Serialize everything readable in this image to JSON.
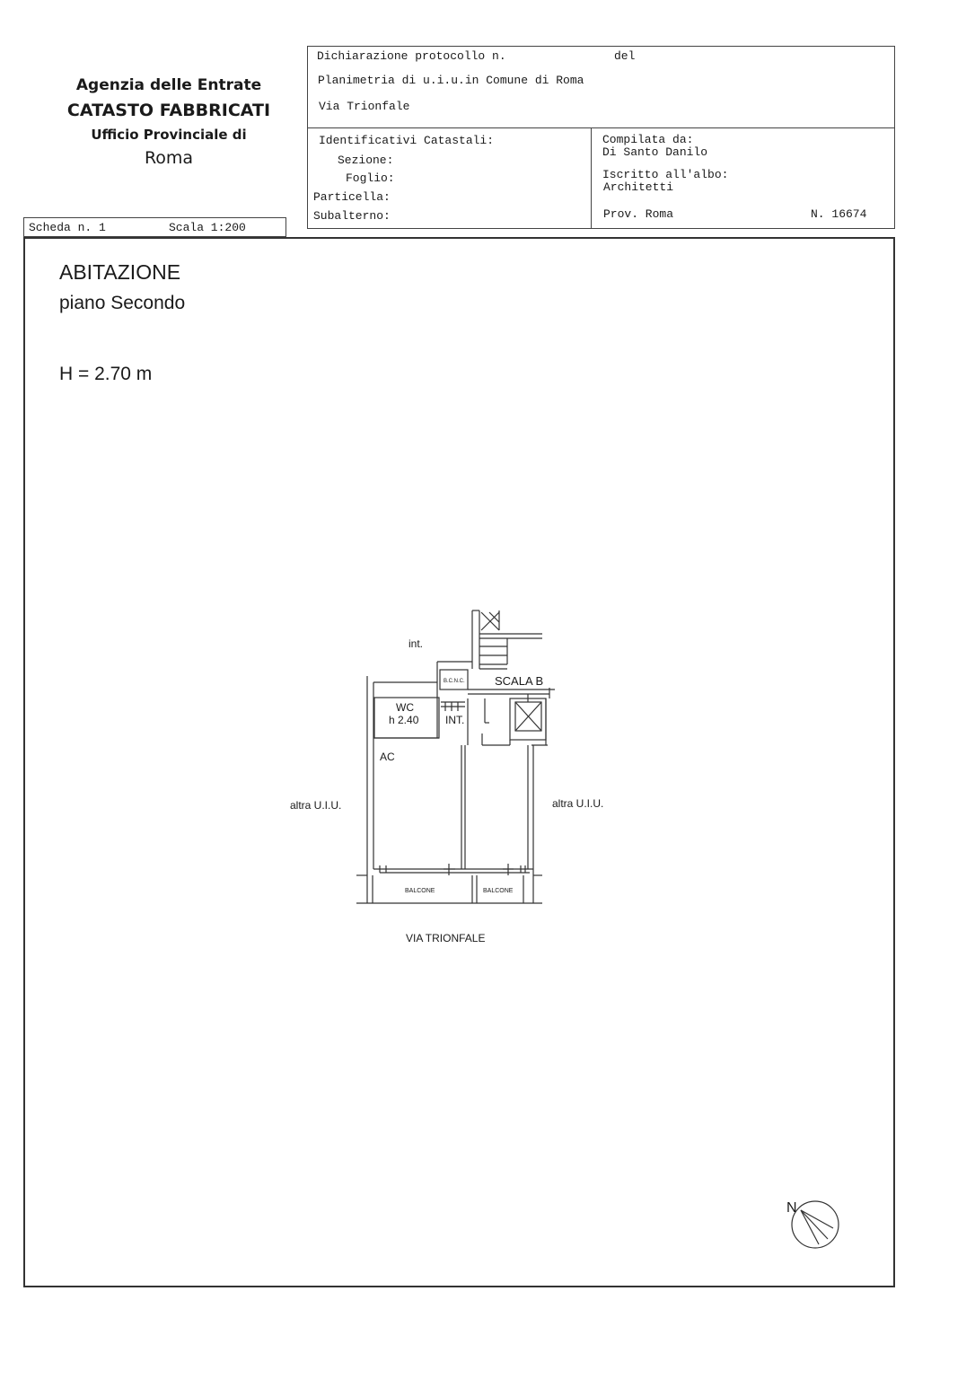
{
  "agency": {
    "name": "Agenzia delle Entrate",
    "department": "CATASTO FABBRICATI",
    "office": "Ufficio Provinciale di",
    "city": "Roma"
  },
  "header": {
    "protocol_label": "Dichiarazione protocollo n.",
    "protocol_del": "del",
    "planimetry_line": "Planimetria di u.i.u.in Comune di Roma",
    "address": "Via Trionfale"
  },
  "identifiers": {
    "title": "Identificativi Catastali:",
    "sezione": "Sezione:",
    "foglio": "Foglio:",
    "particella": "Particella:",
    "subalterno": "Subalterno:"
  },
  "compiler": {
    "compiled_by_label": "Compilata da:",
    "compiled_by_name": "Di Santo Danilo",
    "registered_label": "Iscritto all'albo:",
    "registered_value": "Architetti",
    "province": "Prov. Roma",
    "number": "N. 16674"
  },
  "sheet": {
    "scheda": "Scheda n. 1",
    "scala": "Scala 1:200"
  },
  "drawing": {
    "unit_type": "ABITAZIONE",
    "floor": "piano Secondo",
    "height": "H = 2.70 m"
  },
  "plan_labels": {
    "int_top": "int.",
    "bcnc": "B.C.N.C.",
    "scala_b": "SCALA B",
    "wc": "WC",
    "wc_height": "h 2.40",
    "int_room": "INT.",
    "ac": "AC",
    "altra_left": "altra U.I.U.",
    "altra_right": "altra U.I.U.",
    "balcone_left": "BALCONE",
    "balcone_right": "BALCONE",
    "street": "VIA TRIONFALE"
  },
  "compass": {
    "north_label": "N"
  }
}
